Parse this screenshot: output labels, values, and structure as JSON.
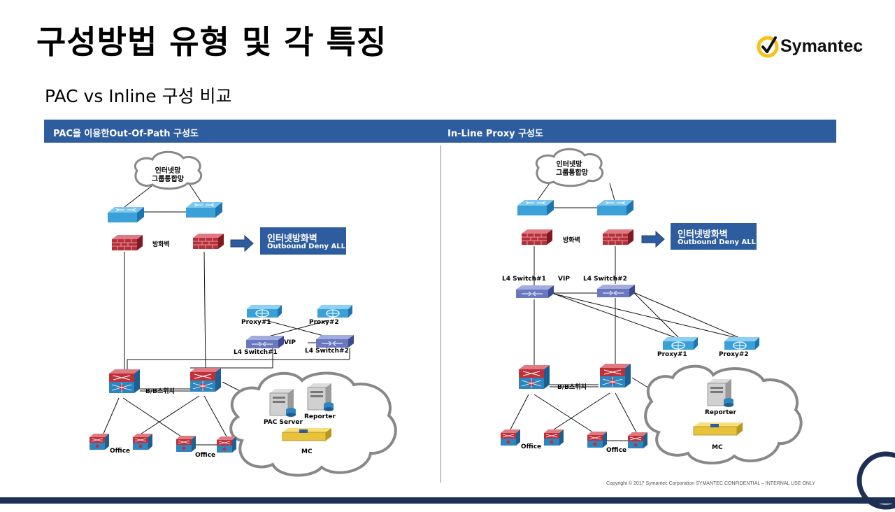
{
  "slide": {
    "title": "구성방법 유형 및 각 특징",
    "subtitle": "PAC vs Inline 구성 비교",
    "logo_text": "Symantec",
    "logo_tm": "TM",
    "copyright": "Copyright © 2017 Symantec Corporation SYMANTEC CONFIDENTIAL – INTERNAL USE ONLY"
  },
  "columns": [
    {
      "header": "PAC을 이용한Out-Of-Path 구성도"
    },
    {
      "header": "In-Line Proxy 구성도"
    }
  ],
  "left": {
    "cloud_top_line1": "인터넷망",
    "cloud_top_line2": "그룹통합망",
    "firewall_label": "방화벽",
    "note_line1": "인터넷방화벽",
    "note_line2": "Outbound  Deny ALL",
    "proxy1": "Proxy#1",
    "proxy2": "Proxy#2",
    "l4_1": "L4 Switch#1",
    "l4_2": "L4 Switch#2",
    "vip": "VIP",
    "bb_switch": "B/B스위치",
    "pac_server": "PAC Server",
    "reporter": "Reporter",
    "mc": "MC",
    "office1": "Office",
    "office2": "Office"
  },
  "right": {
    "cloud_top_line1": "인터넷망",
    "cloud_top_line2": "그룹통합망",
    "firewall_label": "방화벽",
    "note_line1": "인터넷방화벽",
    "note_line2": "Outbound  Deny ALL",
    "l4_1": "L4 Switch#1",
    "l4_2": "L4 Switch#2",
    "vip": "VIP",
    "proxy1": "Proxy#1",
    "proxy2": "Proxy#2",
    "bb_switch": "B/B스위치",
    "reporter": "Reporter",
    "mc": "MC",
    "office1": "Office",
    "office2": "Office"
  },
  "colors": {
    "header_blue": "#2e5d9f",
    "switch_blue": "#3aa0d8",
    "firewall_red": "#b5303a",
    "bb_red": "#c0303a",
    "l4_purple": "#6a78c0",
    "footer_navy": "#1e2f55",
    "logo_yellow": "#f7c21a"
  }
}
